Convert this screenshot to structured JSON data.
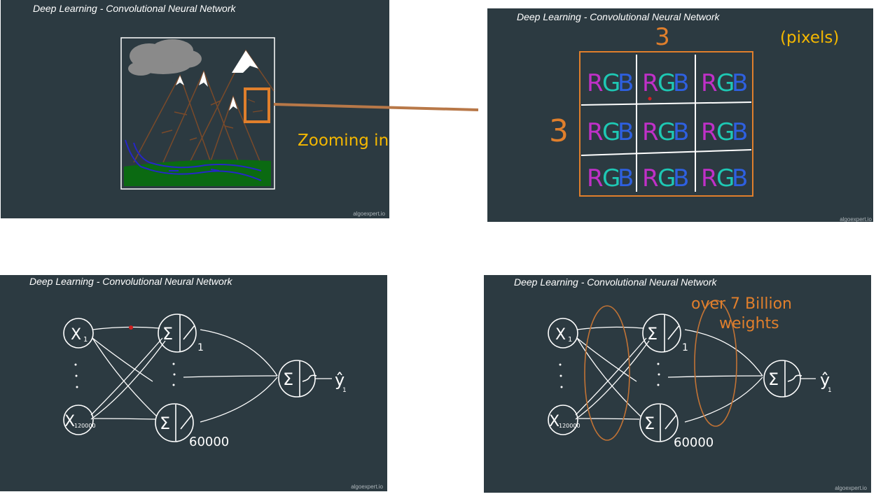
{
  "header_title": "Deep Learning - Convolutional Neural Network",
  "watermark": "algoexpert.io",
  "zoom_label": "Zooming in:",
  "pixels_label": "(pixels)",
  "grid": {
    "width_label": "3",
    "height_label": "3",
    "cell_letters": [
      "R",
      "G",
      "B"
    ],
    "cell_colors": [
      "#c030c8",
      "#1ec8b4",
      "#2e60e0"
    ]
  },
  "network": {
    "input_first": "X",
    "input_first_sub": "1",
    "input_last": "X",
    "input_last_sub": "120000",
    "hidden_symbol": "Σ",
    "hidden_first_index": "1",
    "hidden_last_count": "60000",
    "output_label": "ŷ",
    "output_sub": "1"
  },
  "annotation": {
    "line1": "over 7 Billion",
    "line2": "weights"
  },
  "colors": {
    "panel_bg": "#2c3a41",
    "accent_orange": "#e07f2c",
    "label_yellow": "#f5b800",
    "chalk_white": "#ffffff"
  }
}
